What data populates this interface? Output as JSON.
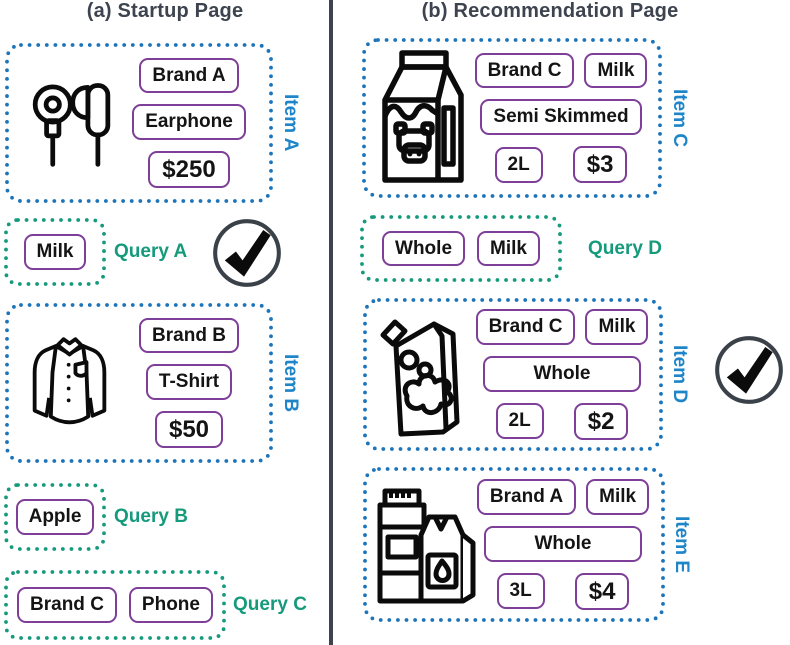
{
  "colors": {
    "item_blue": "#1c74ba",
    "item_label_blue": "#1e86c8",
    "query_green": "#169a7c",
    "tag_purple": "#7e3f98",
    "tag_text": "#141414",
    "ink_dark": "#3d4450",
    "check_ring": "#3a4149"
  },
  "headers": {
    "left": "(a) Startup Page",
    "right": "(b) Recommendation Page"
  },
  "items": [
    {
      "label": "Item A",
      "icon": "earphones-icon",
      "tags": [
        "Brand A",
        "Earphone",
        "$250"
      ]
    },
    {
      "label": "Item B",
      "icon": "shirt-icon",
      "tags": [
        "Brand B",
        "T-Shirt",
        "$50"
      ]
    },
    {
      "label": "Item C",
      "icon": "milk-carton-icon",
      "tags": [
        "Brand C",
        "Milk",
        "Semi Skimmed",
        "2L",
        "$3"
      ]
    },
    {
      "label": "Item D",
      "icon": "milk-pouch-icon",
      "tags": [
        "Brand C",
        "Milk",
        "Whole",
        "2L",
        "$2"
      ],
      "selected": true
    },
    {
      "label": "Item E",
      "icon": "milk-bottles-icon",
      "tags": [
        "Brand A",
        "Milk",
        "Whole",
        "3L",
        "$4"
      ]
    }
  ],
  "queries": [
    {
      "label": "Query A",
      "tags": [
        "Milk"
      ],
      "selected": true
    },
    {
      "label": "Query B",
      "tags": [
        "Apple"
      ]
    },
    {
      "label": "Query C",
      "tags": [
        "Brand C",
        "Phone"
      ]
    },
    {
      "label": "Query D",
      "tags": [
        "Whole",
        "Milk"
      ]
    }
  ]
}
